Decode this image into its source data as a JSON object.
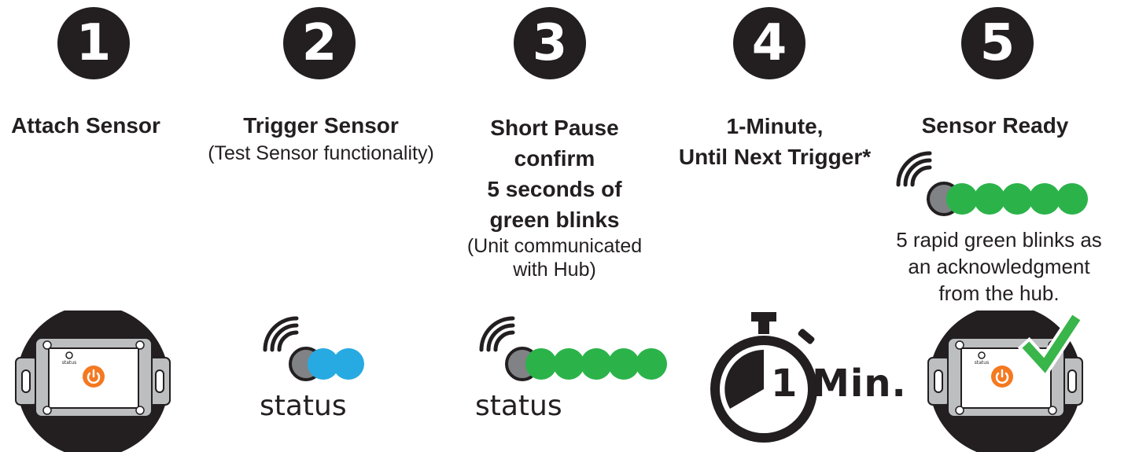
{
  "steps": [
    {
      "number": "1",
      "title": [
        "Attach Sensor"
      ],
      "subtitle": []
    },
    {
      "number": "2",
      "title": [
        "Trigger Sensor"
      ],
      "subtitle": [
        "(Test Sensor functionality)"
      ]
    },
    {
      "number": "3",
      "title": [
        "Short Pause",
        "confirm",
        "5 seconds of",
        "green blinks"
      ],
      "subtitle": [
        "(Unit communicated",
        "with Hub)"
      ]
    },
    {
      "number": "4",
      "title": [
        "1-Minute,",
        "Until Next Trigger*"
      ],
      "subtitle": []
    },
    {
      "number": "5",
      "title": [
        "Sensor Ready"
      ],
      "subtitle": [
        "5 rapid green blinks as",
        "an acknowledgment",
        "from the hub."
      ]
    }
  ],
  "status_label": "status",
  "device_label": "status",
  "timer_label": "1 Min.",
  "colors": {
    "dark": "#231f20",
    "blue": "#27aae1",
    "green": "#2bb34a",
    "check": "#39b54a",
    "orange": "#f47920",
    "grey": "#808285",
    "device_body": "#bcbec0"
  },
  "icons": [
    "signal-waves-icon",
    "power-button-icon",
    "checkmark-icon",
    "stopwatch-icon"
  ]
}
